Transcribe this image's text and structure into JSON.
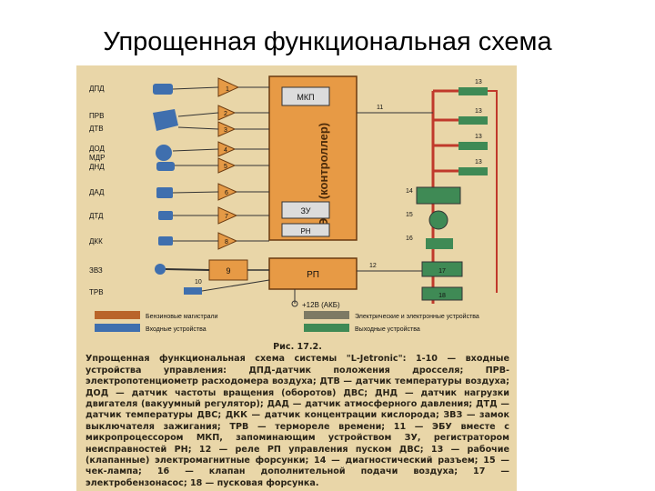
{
  "title": "Упрощенная функциональная схема",
  "diagram": {
    "sensors_left": [
      {
        "label": "ДПД",
        "channel": "1"
      },
      {
        "label": "ПРВ",
        "channel": "2"
      },
      {
        "label": "ДТВ",
        "channel": "3"
      },
      {
        "label": "ДОД",
        "channel": "4"
      },
      {
        "label": "МДР",
        "channel": ""
      },
      {
        "label": "ДНД",
        "channel": "5"
      },
      {
        "label": "ДАД",
        "channel": "6"
      },
      {
        "label": "ДТД",
        "channel": "7"
      },
      {
        "label": "ДКК",
        "channel": "8"
      },
      {
        "label": "ЗВЗ",
        "channel": "9"
      },
      {
        "label": "ТРВ",
        "channel": "10"
      }
    ],
    "controller_label": "ЭБУ (контроллер)",
    "mkp_label": "МКП",
    "zu_label": "ЗУ",
    "rn_label": "РН",
    "rp_label": "РП",
    "outputs": [
      {
        "label": "11"
      },
      {
        "label": "12"
      },
      {
        "label": "13"
      },
      {
        "label": "13"
      },
      {
        "label": "13"
      },
      {
        "label": "13"
      },
      {
        "label": "14"
      },
      {
        "label": "15"
      },
      {
        "label": "16"
      },
      {
        "label": "17"
      },
      {
        "label": "18"
      }
    ],
    "battery_label": "+12В (АКБ)",
    "legend": [
      {
        "color": "#b9652a",
        "text": "Бензиновые магистрали"
      },
      {
        "color": "#3f6fae",
        "text": "Входные устройства"
      },
      {
        "color": "#7d7a64",
        "text": "Электрические и электронные устройства"
      },
      {
        "color": "#3f8a55",
        "text": "Выходные устройства"
      }
    ],
    "colors": {
      "controller": "#e79a45",
      "input_device": "#3f6fae",
      "amplifier": "#e59a46",
      "fuel_line": "#c0392b",
      "output_device": "#3f8a55"
    }
  },
  "caption": {
    "title": "Рис. 17.2.",
    "text": "Упрощенная функциональная схема системы \"L-Jetronic\": 1-10 — входные устройства управления: ДПД-датчик положения дросселя; ПРВ-электропотенциометр расходомера воздуха; ДТВ — датчик температуры воздуха; ДОД — датчик частоты вращения (оборотов) ДВС; ДНД — датчик нагрузки двигателя (вакуумный регулятор); ДАД — датчик атмосферного давления; ДТД — датчик температуры ДВС; ДКК — датчик концентрации кислорода; ЗВЗ — замок выключателя зажигания; ТРВ — термореле времени; 11 — ЭБУ вместе с микропроцессором МКП, запоминающим устройством ЗУ, регистратором неисправностей РН; 12 — реле РП управления пуском ДВС; 13 — рабочие (клапанные) электромагнитные форсунки; 14 — диагностический разъем; 15 — чек-лампа; 16 — клапан дополнительной подачи воздуха; 17 — электробензонасос; 18 — пусковая форсунка."
  }
}
